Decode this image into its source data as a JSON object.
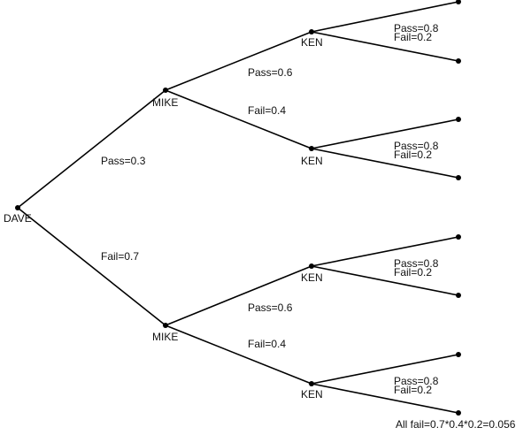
{
  "nodes": {
    "dave": "DAVE",
    "mike_top": "MIKE",
    "mike_bottom": "MIKE",
    "ken_1": "KEN",
    "ken_2": "KEN",
    "ken_3": "KEN",
    "ken_4": "KEN"
  },
  "edges": {
    "dave_pass": "Pass=0.3",
    "dave_fail": "Fail=0.7",
    "mike_top_pass": "Pass=0.6",
    "mike_top_fail": "Fail=0.4",
    "mike_bottom_pass": "Pass=0.6",
    "mike_bottom_fail": "Fail=0.4",
    "ken_1_pass": "Pass=0.8",
    "ken_1_fail": "Fail=0.2",
    "ken_2_pass": "Pass=0.8",
    "ken_2_fail": "Fail=0.2",
    "ken_3_pass": "Pass=0.8",
    "ken_3_fail": "Fail=0.2",
    "ken_4_pass": "Pass=0.8",
    "ken_4_fail": "Fail=0.2"
  },
  "annotation": "All fail=0.7*0.4*0.2=0.056"
}
